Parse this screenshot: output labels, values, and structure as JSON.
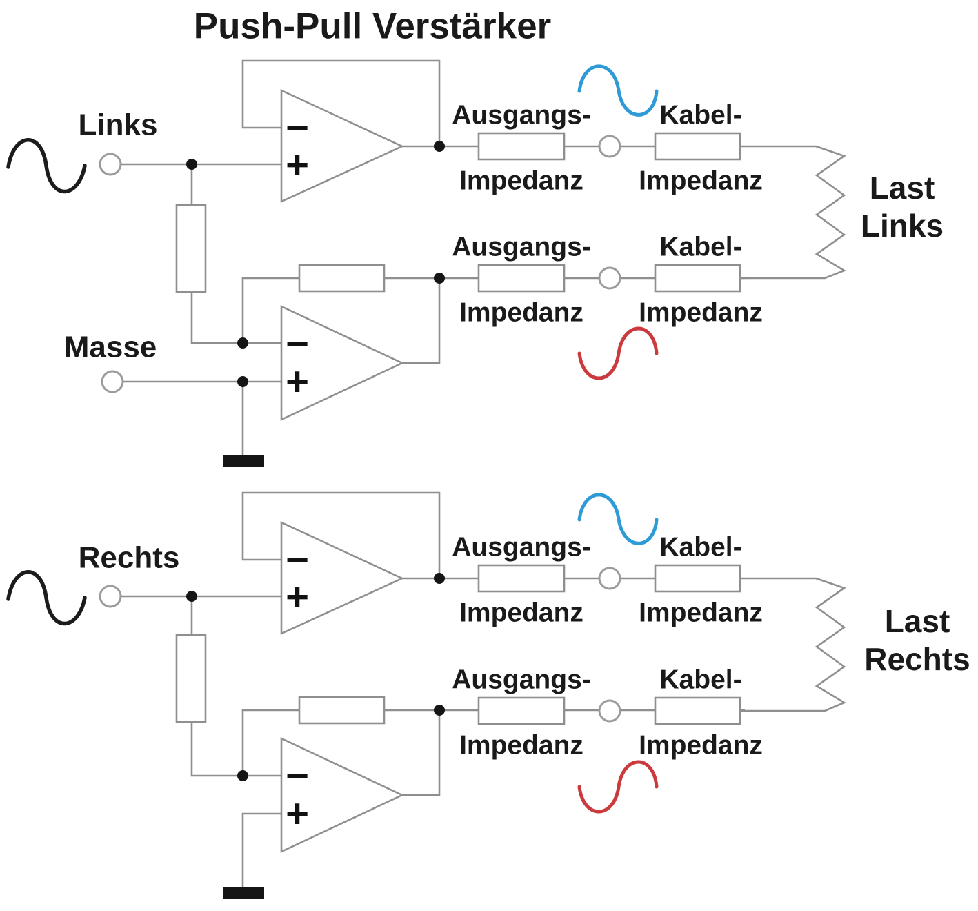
{
  "title": "Push-Pull Verstärker",
  "channels": {
    "left": {
      "input_label": "Links",
      "ground_label": "Masse",
      "load_line1": "Last",
      "load_line2": "Links"
    },
    "right": {
      "input_label": "Rechts",
      "load_line1": "Last",
      "load_line2": "Rechts"
    }
  },
  "impedance": {
    "output": "Ausgangs-",
    "cable": "Kabel-",
    "impedanz": "Impedanz"
  },
  "opamp": {
    "inverting_input": "−",
    "noninverting_input": "+"
  },
  "colors": {
    "wire": "#8f8f8f",
    "text": "#1a1a1a",
    "positive_signal": "#2e9bd6",
    "negative_signal": "#cb3a3c"
  }
}
